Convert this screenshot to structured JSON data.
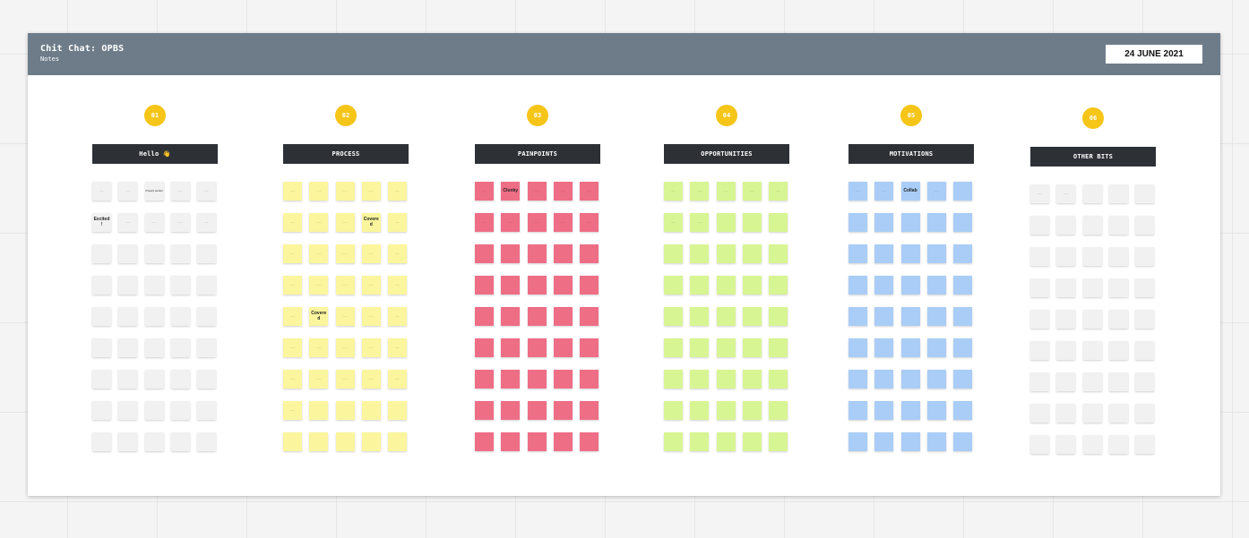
{
  "board": {
    "title": "Chit Chat: OPBS",
    "subtitle": "Notes",
    "date": "24 JUNE 2021"
  },
  "columns": [
    {
      "number": "01",
      "label": "Hello 👋",
      "color": "#f1f1f1",
      "rows": 9,
      "notes": [
        {
          "text": "······",
          "large": false
        },
        {
          "text": "······",
          "large": false
        },
        {
          "text": "Properly worded",
          "large": false
        },
        {
          "text": "······",
          "large": false
        },
        {
          "text": "······",
          "large": false
        },
        {
          "text": "Excited!",
          "large": true
        },
        {
          "text": "······",
          "large": false
        },
        {
          "text": "······",
          "large": false
        },
        {
          "text": "······",
          "large": false
        },
        {
          "text": "······",
          "large": false
        }
      ]
    },
    {
      "number": "02",
      "label": "PROCESS",
      "color": "#fbf69d",
      "rows": 9,
      "notes": [
        {
          "text": "······",
          "large": false
        },
        {
          "text": "······",
          "large": false
        },
        {
          "text": "······",
          "large": false
        },
        {
          "text": "······",
          "large": false
        },
        {
          "text": "······",
          "large": false
        },
        {
          "text": "······",
          "large": false
        },
        {
          "text": "······",
          "large": false
        },
        {
          "text": "······",
          "large": false
        },
        {
          "text": "Covered",
          "large": true
        },
        {
          "text": "······",
          "large": false
        },
        {
          "text": "······",
          "large": false
        },
        {
          "text": "······",
          "large": false
        },
        {
          "text": "······",
          "large": false
        },
        {
          "text": "······",
          "large": false
        },
        {
          "text": "······",
          "large": false
        },
        {
          "text": "······",
          "large": false
        },
        {
          "text": "······",
          "large": false
        },
        {
          "text": "······",
          "large": false
        },
        {
          "text": "······",
          "large": false
        },
        {
          "text": "······",
          "large": false
        },
        {
          "text": "······",
          "large": false
        },
        {
          "text": "Covered",
          "large": true
        },
        {
          "text": "······",
          "large": false
        },
        {
          "text": "······",
          "large": false
        },
        {
          "text": "······",
          "large": false
        },
        {
          "text": "······",
          "large": false
        },
        {
          "text": "······",
          "large": false
        },
        {
          "text": "······",
          "large": false
        },
        {
          "text": "······",
          "large": false
        },
        {
          "text": "······",
          "large": false
        },
        {
          "text": "······",
          "large": false
        },
        {
          "text": "······",
          "large": false
        },
        {
          "text": "······",
          "large": false
        },
        {
          "text": "······",
          "large": false
        },
        {
          "text": "······",
          "large": false
        },
        {
          "text": "······",
          "large": false
        }
      ]
    },
    {
      "number": "03",
      "label": "PAINPOINTS",
      "color": "#ee6e86",
      "rows": 9,
      "notes": [
        {
          "text": "······",
          "large": false
        },
        {
          "text": "Clunky",
          "large": true
        },
        {
          "text": "······",
          "large": false
        },
        {
          "text": "······",
          "large": false
        },
        {
          "text": "······",
          "large": false
        },
        {
          "text": "······",
          "large": false
        },
        {
          "text": "······",
          "large": false
        },
        {
          "text": "······",
          "large": false
        },
        {
          "text": "······",
          "large": false
        },
        {
          "text": "······",
          "large": false
        }
      ]
    },
    {
      "number": "04",
      "label": "OPPORTUNITIES",
      "color": "#d8f593",
      "rows": 9,
      "notes": [
        {
          "text": "······",
          "large": false
        },
        {
          "text": "······",
          "large": false
        },
        {
          "text": "······",
          "large": false
        },
        {
          "text": "······",
          "large": false
        },
        {
          "text": "······",
          "large": false
        },
        {
          "text": "······",
          "large": false
        },
        {
          "text": "······",
          "large": false
        }
      ]
    },
    {
      "number": "05",
      "label": "MOTIVATIONS",
      "color": "#a9cdf6",
      "rows": 9,
      "notes": [
        {
          "text": "······",
          "large": false
        },
        {
          "text": "······",
          "large": false
        },
        {
          "text": "Collab",
          "large": true
        },
        {
          "text": "······",
          "large": false
        }
      ]
    },
    {
      "number": "06",
      "label": "OTHER BITS",
      "color": "#f1f1f1",
      "rows": 9,
      "notes": [
        {
          "text": "······",
          "large": false
        },
        {
          "text": "······",
          "large": false
        }
      ]
    }
  ]
}
